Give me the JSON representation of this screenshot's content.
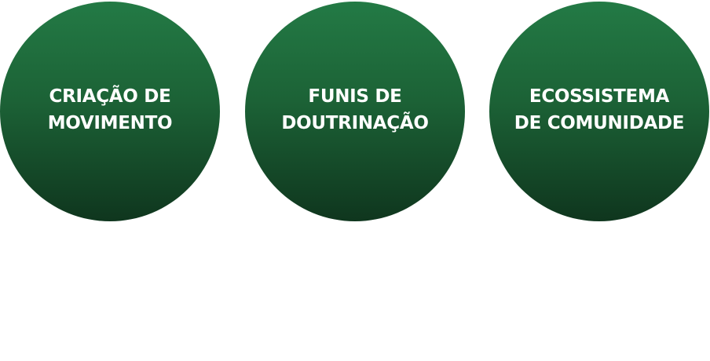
{
  "circles": [
    {
      "lines": [
        "CRIAÇÃO DE",
        "MOVIMENTO"
      ]
    },
    {
      "lines": [
        "FUNIS DE",
        "DOUTRINAÇÃO"
      ]
    },
    {
      "lines": [
        "ECOSSISTEMA",
        "DE COMUNIDADE"
      ]
    }
  ],
  "colors": {
    "circle_top": "#237a45",
    "circle_bottom": "#0f361e",
    "text": "#ffffff",
    "background": "#ffffff"
  }
}
